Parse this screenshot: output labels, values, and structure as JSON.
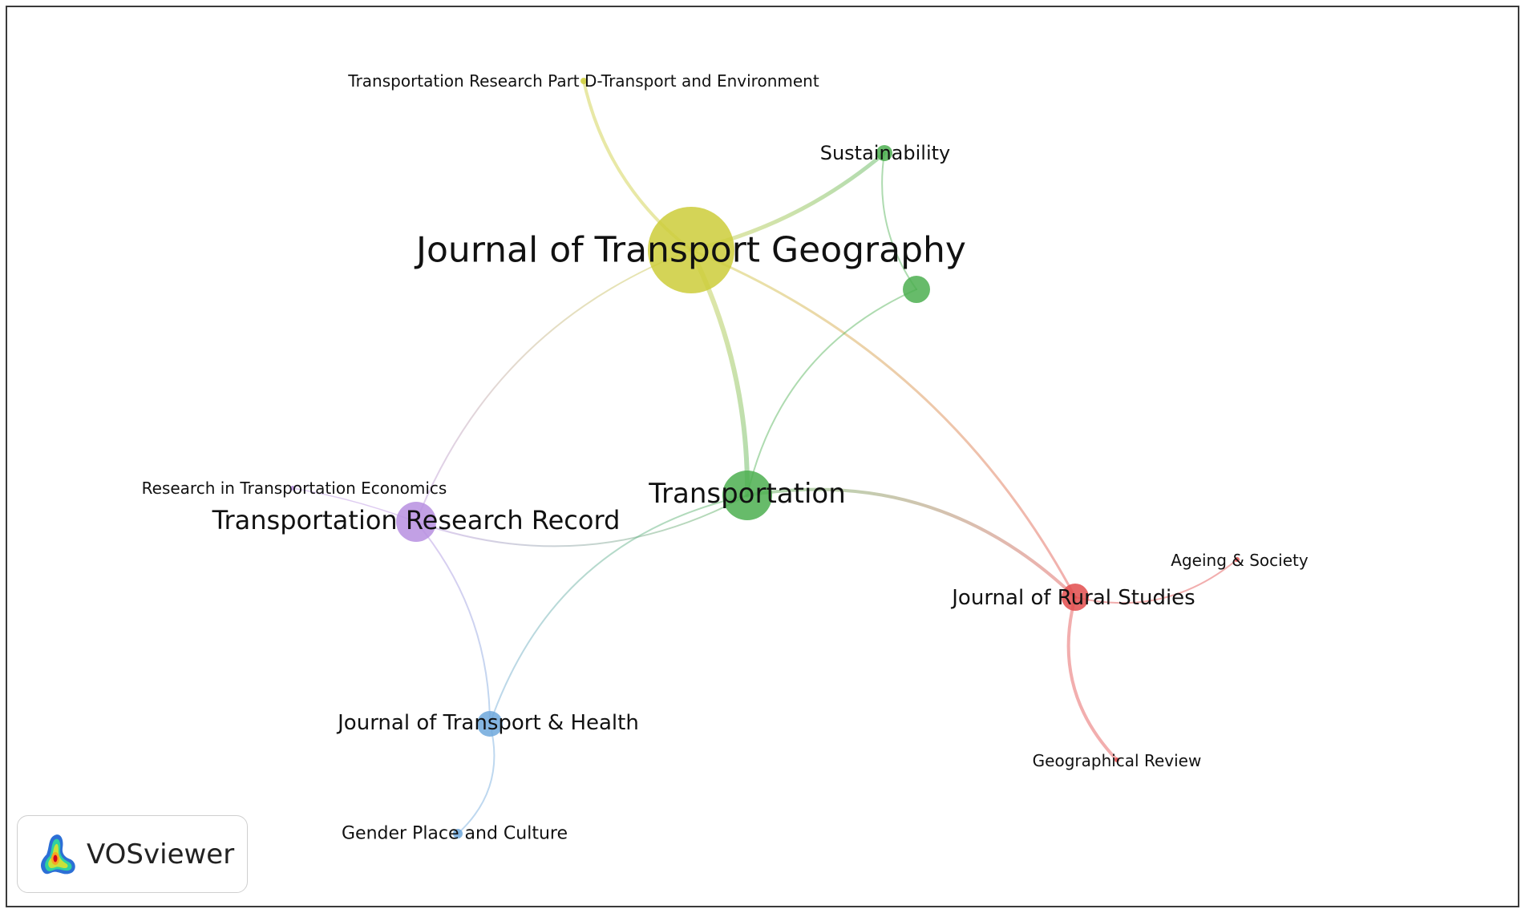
{
  "brand": {
    "name": "VOSviewer",
    "logo_icon": "vosviewer-logo-icon"
  },
  "colors": {
    "yellow": "#cccc3a",
    "green": "#4caf50",
    "purple": "#b78fe0",
    "blue": "#6fa8dc",
    "red": "#e24c4c"
  },
  "network": {
    "nodes": [
      {
        "id": "jtg",
        "label": "Journal of Transport Geography",
        "cluster": "yellow"
      },
      {
        "id": "trd",
        "label": "Transportation Research Part D-Transport and Environment",
        "cluster": "yellow"
      },
      {
        "id": "sus",
        "label": "Sustainability",
        "cluster": "green"
      },
      {
        "id": "g3",
        "label": "",
        "cluster": "green"
      },
      {
        "id": "tra",
        "label": "Transportation",
        "cluster": "green"
      },
      {
        "id": "ritre",
        "label": "Research in Transportation Economics",
        "cluster": "purple"
      },
      {
        "id": "trr",
        "label": "Transportation Research Record",
        "cluster": "purple"
      },
      {
        "id": "jrs",
        "label": "Journal of Rural Studies",
        "cluster": "red"
      },
      {
        "id": "aas",
        "label": "Ageing & Society",
        "cluster": "red"
      },
      {
        "id": "gr",
        "label": "Geographical Review",
        "cluster": "red"
      },
      {
        "id": "jth",
        "label": "Journal of Transport & Health",
        "cluster": "blue"
      },
      {
        "id": "gpc",
        "label": "Gender Place and Culture",
        "cluster": "blue"
      }
    ],
    "links": [
      {
        "source": "jtg",
        "target": "trd"
      },
      {
        "source": "jtg",
        "target": "sus"
      },
      {
        "source": "jtg",
        "target": "tra"
      },
      {
        "source": "jtg",
        "target": "trr"
      },
      {
        "source": "jtg",
        "target": "jrs"
      },
      {
        "source": "sus",
        "target": "g3"
      },
      {
        "source": "g3",
        "target": "tra"
      },
      {
        "source": "tra",
        "target": "trr"
      },
      {
        "source": "tra",
        "target": "jth"
      },
      {
        "source": "tra",
        "target": "jrs"
      },
      {
        "source": "trr",
        "target": "jth"
      },
      {
        "source": "trr",
        "target": "ritre"
      },
      {
        "source": "jth",
        "target": "gpc"
      },
      {
        "source": "jrs",
        "target": "aas"
      },
      {
        "source": "jrs",
        "target": "gr"
      }
    ]
  }
}
